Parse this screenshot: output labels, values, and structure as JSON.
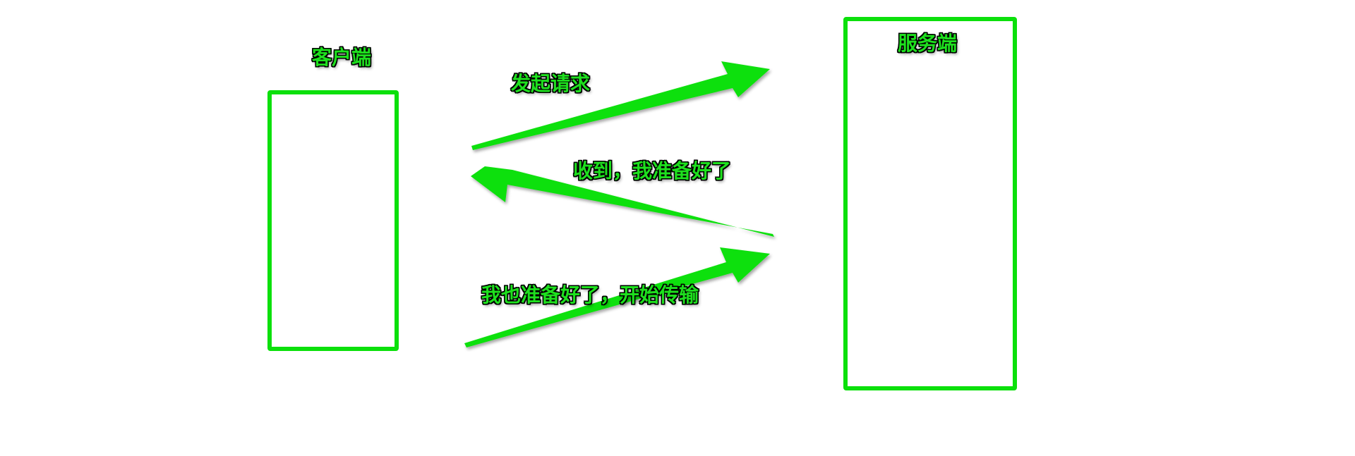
{
  "diagram": {
    "client_label": "客户端",
    "server_label": "服务端",
    "messages": [
      {
        "text": "发起请求",
        "direction": "client-to-server"
      },
      {
        "text": "收到，我准备好了",
        "direction": "server-to-client"
      },
      {
        "text": "我也准备好了，开始传输",
        "direction": "client-to-server"
      }
    ],
    "colors": {
      "accent": "#0be00b",
      "text_outline": "#000000"
    }
  }
}
